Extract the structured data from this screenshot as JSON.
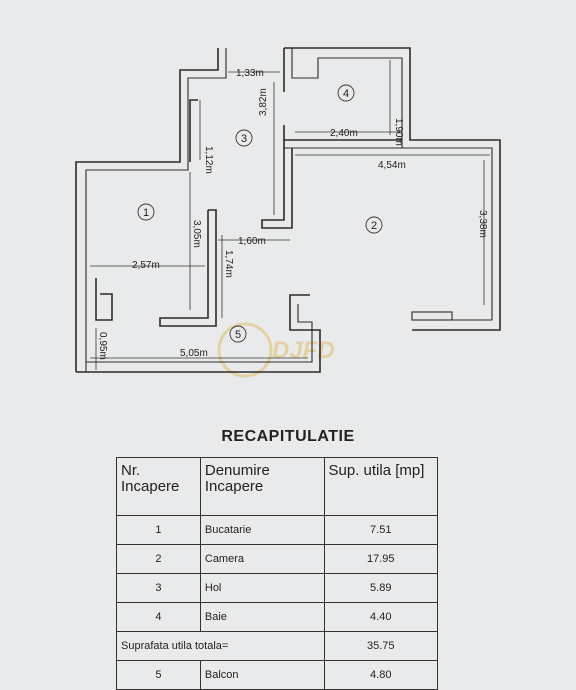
{
  "plan": {
    "dimensions": [
      "1,33m",
      "1,12m",
      "3,82m",
      "1,90m",
      "2,40m",
      "4,54m",
      "3,05m",
      "1,60m",
      "2,57m",
      "1,74m",
      "3,38m",
      "0,95m",
      "5,05m"
    ],
    "rooms": [
      "1",
      "2",
      "3",
      "4",
      "5"
    ],
    "watermark": "DJFD"
  },
  "recap": {
    "title": "RECAPITULATIE",
    "headers": [
      "Nr. Incapere",
      "Denumire Incapere",
      "Sup. utila [mp]"
    ],
    "rows": [
      {
        "nr": "1",
        "name": "Bucatarie",
        "area": "7.51"
      },
      {
        "nr": "2",
        "name": "Camera",
        "area": "17.95"
      },
      {
        "nr": "3",
        "name": "Hol",
        "area": "5.89"
      },
      {
        "nr": "4",
        "name": "Baie",
        "area": "4.40"
      }
    ],
    "total": {
      "label": "Suprafata utila totala=",
      "value": "35.75"
    },
    "balcony": {
      "nr": "5",
      "name": "Balcon",
      "area": "4.80"
    }
  }
}
